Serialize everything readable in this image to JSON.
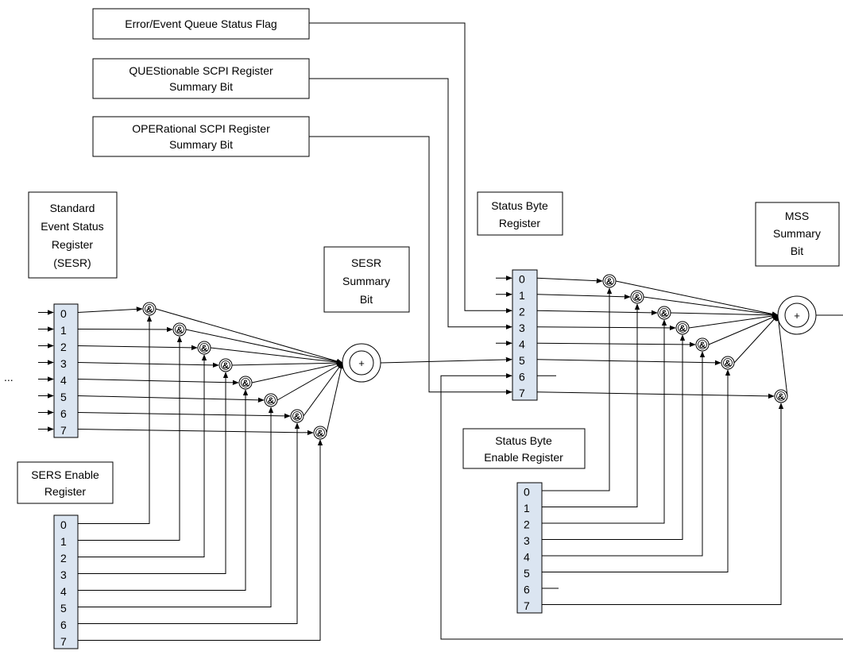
{
  "labels": {
    "error_queue": "Error/Event Queue Status Flag",
    "questionable": [
      "QUEStionable SCPI Register",
      "Summary Bit"
    ],
    "operational": [
      "OPERational SCPI Register",
      "Summary Bit"
    ],
    "sesr": [
      "Standard",
      "Event Status",
      "Register",
      "(SESR)"
    ],
    "sesr_summary": [
      "SESR",
      "Summary",
      "Bit"
    ],
    "status_byte": [
      "Status Byte",
      "Register"
    ],
    "mss_summary": [
      "MSS",
      "Summary",
      "Bit"
    ],
    "sers_enable": [
      "SERS Enable",
      "Register"
    ],
    "status_byte_enable": [
      "Status Byte",
      "Enable Register"
    ],
    "ellipsis": "..."
  },
  "registers": {
    "sesr_bits": [
      "0",
      "1",
      "2",
      "3",
      "4",
      "5",
      "6",
      "7"
    ],
    "sers_enable_bits": [
      "0",
      "1",
      "2",
      "3",
      "4",
      "5",
      "6",
      "7"
    ],
    "status_byte_bits": [
      "0",
      "1",
      "2",
      "3",
      "4",
      "5",
      "6",
      "7"
    ],
    "status_byte_enable_bits": [
      "0",
      "1",
      "2",
      "3",
      "4",
      "5",
      "6",
      "7"
    ]
  },
  "symbols": {
    "and_gate": "&",
    "or_gate": "+"
  }
}
